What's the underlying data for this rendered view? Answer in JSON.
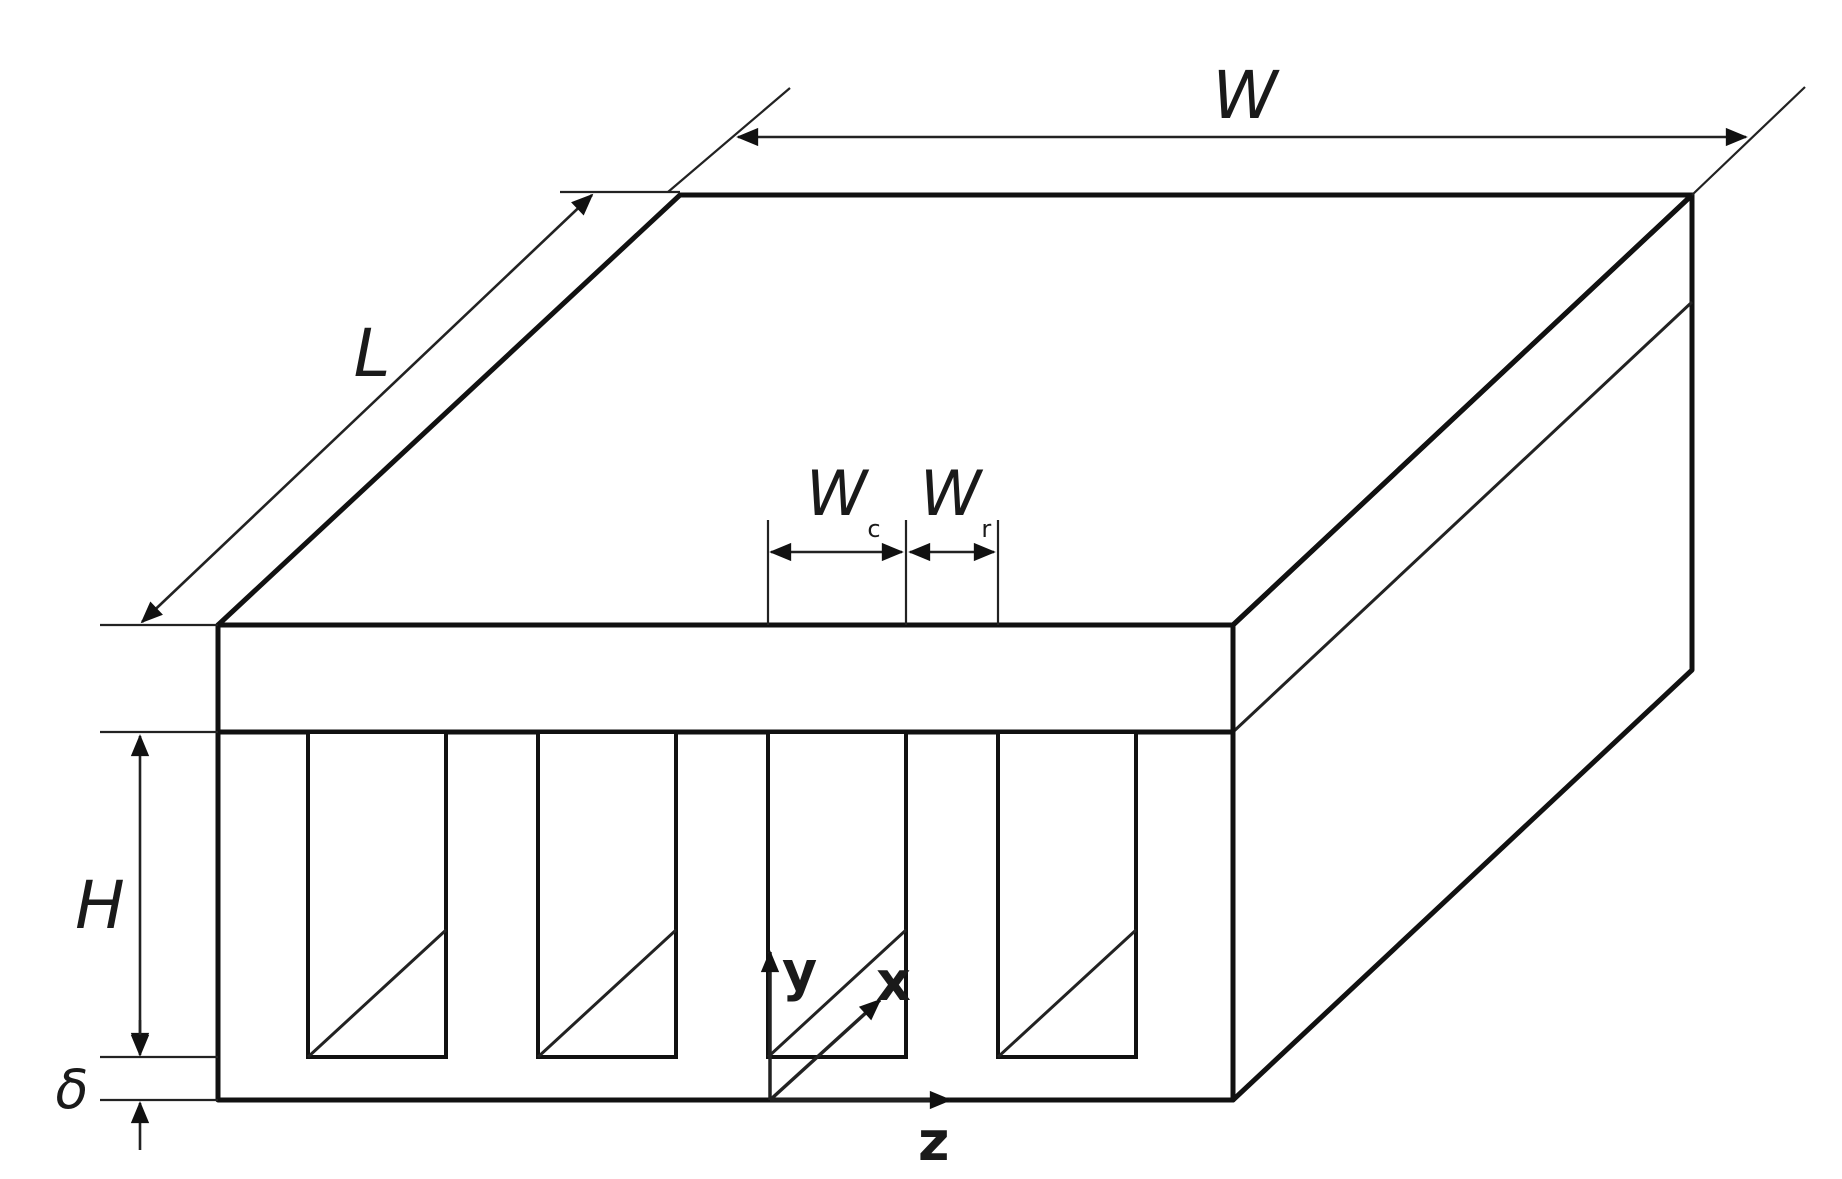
{
  "labels": {
    "width": "W",
    "length": "L",
    "channel_width_main": "W",
    "channel_width_sub": "c",
    "rib_width_main": "W",
    "rib_width_sub": "r",
    "height": "H",
    "thickness": "δ",
    "axis_x": "x",
    "axis_y": "y",
    "axis_z": "z"
  },
  "colors": {
    "line": "#111111",
    "hatch": "#555555",
    "background": "#ffffff"
  }
}
